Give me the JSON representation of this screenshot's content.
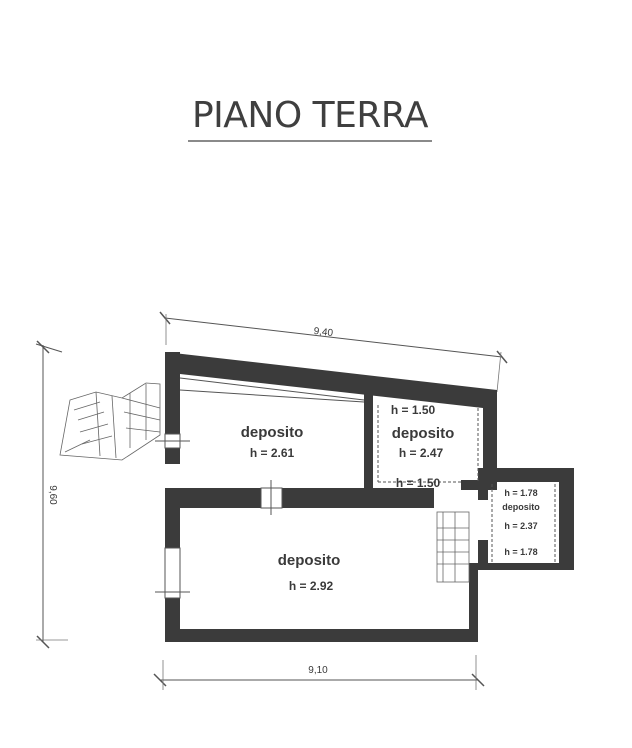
{
  "title": "PIANO TERRA",
  "dimensions": {
    "top": "9,40",
    "left": "9,60",
    "bottom": "9,10"
  },
  "rooms": {
    "deposito_1": {
      "name": "deposito",
      "height": "h = 2.61"
    },
    "deposito_2": {
      "name": "deposito",
      "height": "h = 2.47",
      "height_top": "h = 1.50",
      "height_bottom": "h = 1.50"
    },
    "deposito_3": {
      "name": "deposito",
      "height": "h = 2.92"
    },
    "deposito_4": {
      "name": "deposito",
      "height_top": "h = 1.78",
      "height": "h = 2.37",
      "height_bottom": "h = 1.78"
    }
  },
  "colors": {
    "wall": "#3b3b3b",
    "line": "#555555",
    "text": "#3a3a3a"
  }
}
